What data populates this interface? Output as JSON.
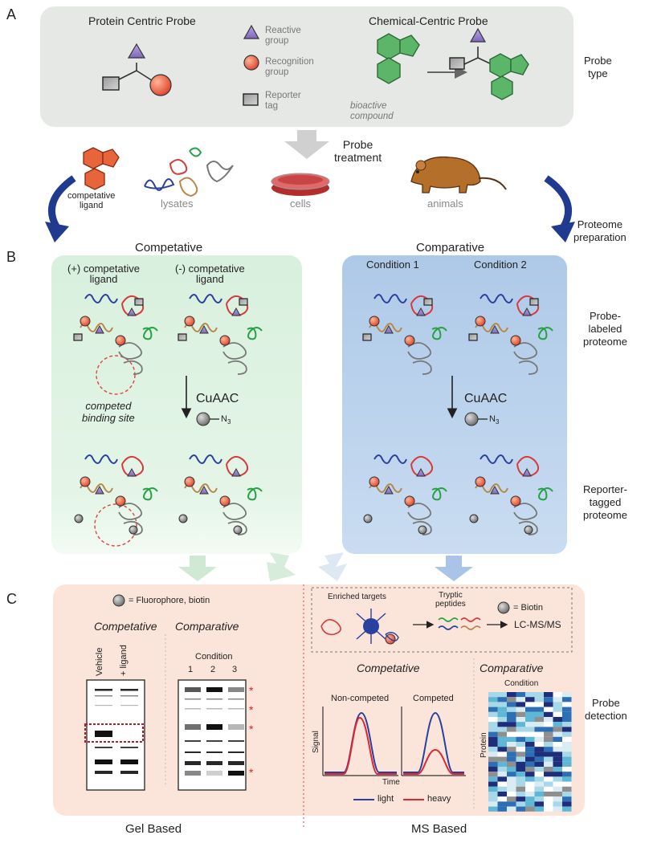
{
  "panels": {
    "a": {
      "letter": "A",
      "protein_centric": "Protein Centric Probe",
      "chemical_centric": "Chemical-Centric Probe",
      "legend": {
        "reactive": [
          "Reactive",
          "group"
        ],
        "recognition": [
          "Recognition",
          "group"
        ],
        "reporter": [
          "Reporter",
          "tag"
        ]
      },
      "bioactive": [
        "bioactive",
        "compound"
      ],
      "side_label": [
        "Probe",
        "type"
      ]
    },
    "treatment": {
      "probe_treatment": [
        "Probe",
        "treatment"
      ],
      "competative_ligand": [
        "competative",
        "ligand"
      ],
      "lysates": "lysates",
      "cells": "cells",
      "animals": "animals",
      "side_label": [
        "Proteome",
        "preparation"
      ]
    },
    "b": {
      "letter": "B",
      "competative": "Competative",
      "comparative": "Comparative",
      "plus_ligand": [
        "(+) competative",
        "ligand"
      ],
      "minus_ligand": [
        "(-) competative",
        "ligand"
      ],
      "condition1": "Condition 1",
      "condition2": "Condition 2",
      "competed_site": [
        "competed",
        "binding site"
      ],
      "cuaac": "CuAAC",
      "azide": "N",
      "azide_sub": "3",
      "side_label_1": [
        "Probe-",
        "labeled",
        "proteome"
      ],
      "side_label_2": [
        "Reporter-",
        "tagged",
        "proteome"
      ]
    },
    "c": {
      "letter": "C",
      "fluor_label": "= Fluorophore, biotin",
      "gel_competative": "Competative",
      "gel_comparative": "Comparative",
      "vehicle": "Vehicle",
      "plus_ligand": "+ ligand",
      "condition": "Condition",
      "lanes": [
        "1",
        "2",
        "3"
      ],
      "star": "*",
      "enriched": "Enriched targets",
      "tryptic": [
        "Tryptic",
        "peptides"
      ],
      "biotin_label": "= Biotin",
      "lcms": "LC-MS/MS",
      "ms_competative": "Competative",
      "ms_comparative": "Comparative",
      "non_competed": "Non-competed",
      "competed": "Competed",
      "signal": "Signal",
      "time": "Time",
      "light": "light",
      "heavy": "heavy",
      "hm_condition": "Condition",
      "protein": "Protein",
      "gel_based": "Gel  Based",
      "ms_based": "MS  Based",
      "side_label": [
        "Probe",
        "detection"
      ]
    }
  }
}
